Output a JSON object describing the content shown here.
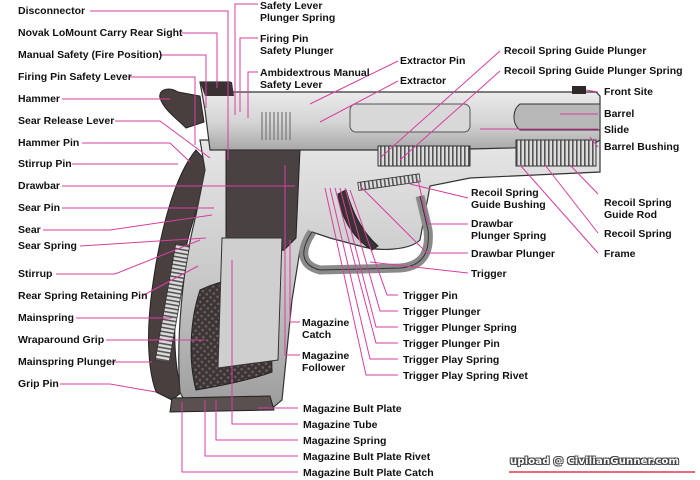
{
  "diagram": {
    "subject": "Pistol cutaway parts diagram",
    "leader_color": "#d63fa0",
    "labels_left": [
      "Disconnector",
      "Novak LoMount Carry Rear Sight",
      "Manual Safety (Fire Position)",
      "Firing Pin Safety Lever",
      "Hammer",
      "Sear Release Lever",
      "Hammer Pin",
      "Stirrup Pin",
      "Drawbar",
      "Sear Pin",
      "Sear",
      "Sear Spring",
      "Stirrup",
      "Rear Spring Retaining Pin",
      "Mainspring",
      "Wraparound Grip",
      "Mainspring Plunger",
      "Grip Pin"
    ],
    "labels_top": [
      "Safety Lever\nPlunger Spring",
      "Firing Pin\nSafety Plunger",
      "Ambidextrous Manual\nSafety Lever",
      "Extractor Pin",
      "Extractor"
    ],
    "labels_right": [
      "Recoil Spring Guide Plunger",
      "Recoil Spring Guide Plunger Spring",
      "Front Site",
      "Barrel",
      "Slide",
      "Barrel Bushing",
      "Recoil Spring\nGuide Rod",
      "Recoil Spring",
      "Frame"
    ],
    "labels_mid": [
      "Recoil Spring\nGuide Bushing",
      "Drawbar\nPlunger Spring",
      "Drawbar Plunger",
      "Trigger"
    ],
    "labels_trigger": [
      "Trigger Pin",
      "Trigger Plunger",
      "Trigger Plunger Spring",
      "Trigger Plunger Pin",
      "Trigger Play Spring",
      "Trigger Play Spring Rivet"
    ],
    "labels_magazine": [
      "Magazine\nCatch",
      "Magazine\nFollower"
    ],
    "labels_bottom": [
      "Magazine Bult Plate",
      "Magazine Tube",
      "Magazine Spring",
      "Magazine Bult Plate Rivet",
      "Magazine Bult Plate Catch"
    ],
    "watermark": "upload @ CivilianGunner.com"
  }
}
